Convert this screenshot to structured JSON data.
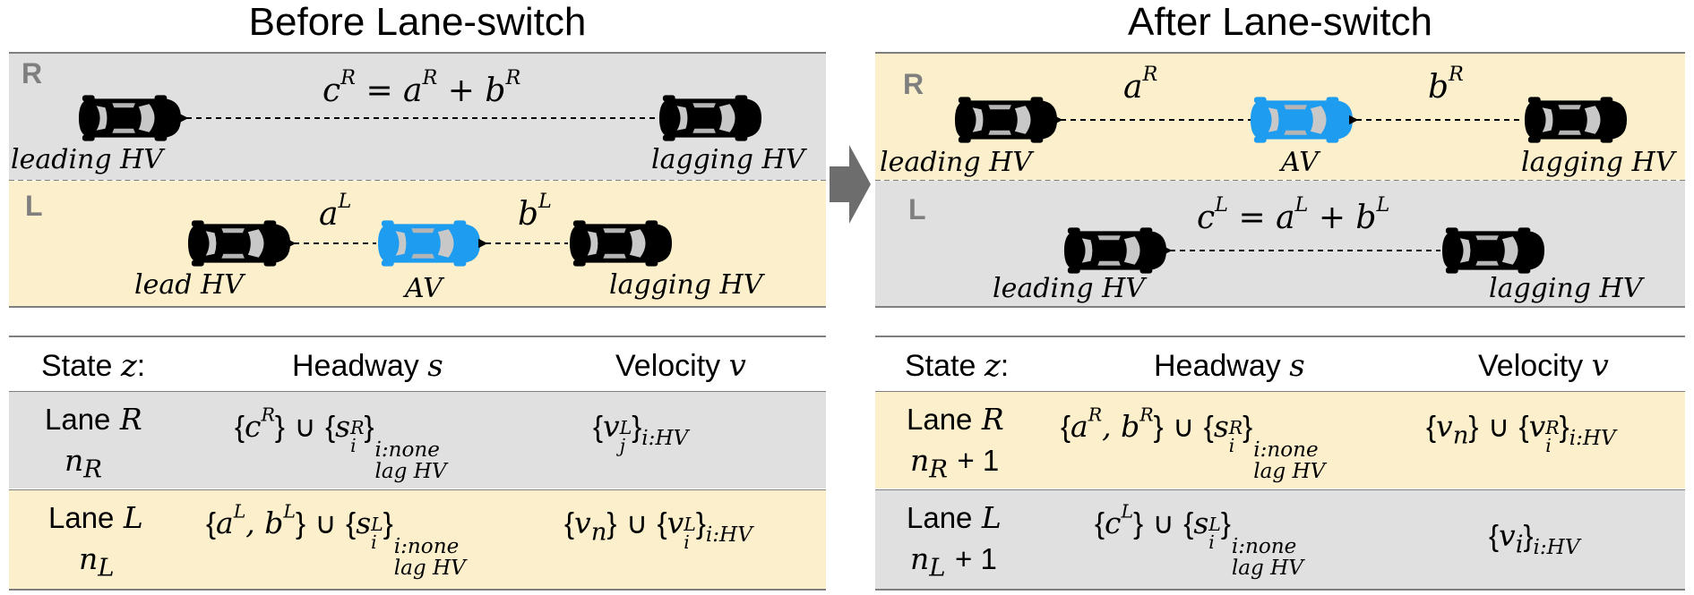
{
  "colors": {
    "gray_bg": "#e1e0e1",
    "yellow_bg": "#fcefcc",
    "av_blue": "#1e9cf0",
    "hv_black": "#000000",
    "lane_letter": "#7f7f7f"
  },
  "icons": {
    "hv": "car-top-view-icon",
    "av": "car-top-view-icon",
    "transition": "right-arrow-icon"
  },
  "before": {
    "title": "Before Lane-switch",
    "lane_r": {
      "letter": "R",
      "gap_label": "c^R = a^R + b^R",
      "leading": "leading HV",
      "lagging": "lagging HV"
    },
    "lane_l": {
      "letter": "L",
      "gap_a": "a^L",
      "gap_b": "b^L",
      "lead": "lead HV",
      "av": "AV",
      "lagging": "lagging HV"
    },
    "table": {
      "headers": {
        "state": "State z:",
        "headway": "Headway s",
        "velocity": "Velocity v"
      },
      "rows": [
        {
          "lane": "Lane R",
          "count": "n_R",
          "headway": "{c^R} ∪ {s_i^R}_{i:none lag HV}",
          "velocity": "{v_j^L}_{i:HV}"
        },
        {
          "lane": "Lane L",
          "count": "n_L",
          "headway": "{a^L, b^L} ∪ {s_i^L}_{i:none lag HV}",
          "velocity": "{v_n} ∪ {v_i^L}_{i:HV}"
        }
      ]
    }
  },
  "after": {
    "title": "After Lane-switch",
    "lane_r": {
      "letter": "R",
      "gap_a": "a^R",
      "gap_b": "b^R",
      "leading": "leading HV",
      "av": "AV",
      "lagging": "lagging HV"
    },
    "lane_l": {
      "letter": "L",
      "gap_label": "c^L = a^L + b^L",
      "leading": "leading HV",
      "lagging": "lagging HV"
    },
    "table": {
      "headers": {
        "state": "State z:",
        "headway": "Headway s",
        "velocity": "Velocity v"
      },
      "rows": [
        {
          "lane": "Lane R",
          "count": "n_R + 1",
          "headway": "{a^R, b^R} ∪ {s_i^R}_{i:none lag HV}",
          "velocity": "{v_n} ∪ {v_i^R}_{i:HV}"
        },
        {
          "lane": "Lane L",
          "count": "n_L + 1",
          "headway": "{c^L} ∪ {s_i^L}_{i:none lag HV}",
          "velocity": "{v_i}_{i:HV}"
        }
      ]
    }
  }
}
